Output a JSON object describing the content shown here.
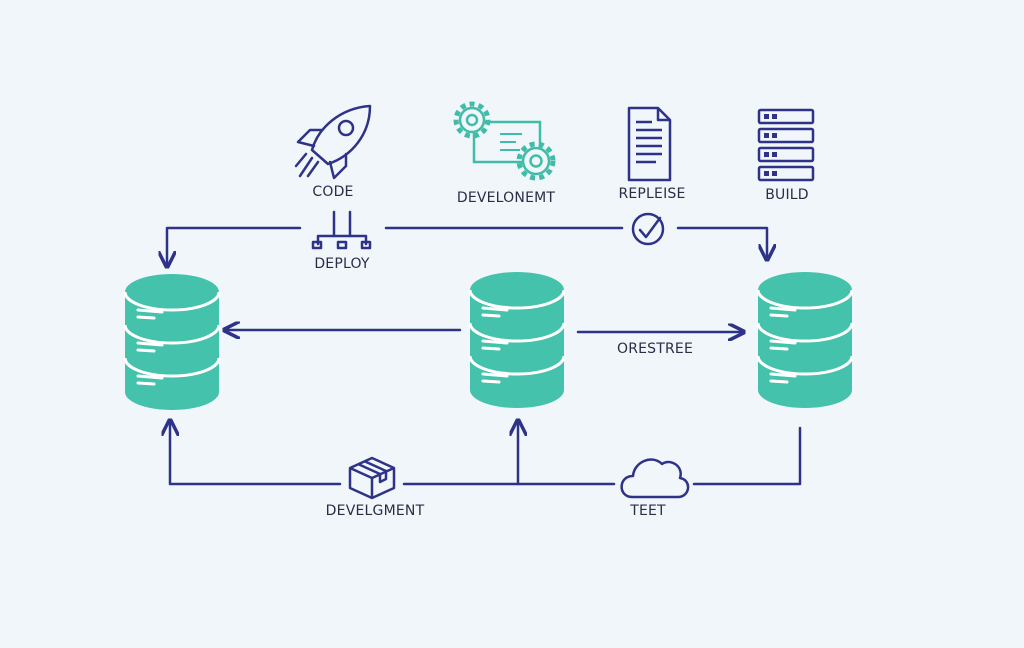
{
  "labels": {
    "code": "CODE",
    "developer_top": "DEVELONEMT",
    "release": "REPLEISE",
    "build": "BUILD",
    "deploy": "DEPLOY",
    "orestree": "ORESTREE",
    "development_bottom": "DEVELGMENT",
    "test": "TEET"
  },
  "icons": {
    "code": "rocket-icon",
    "developer_top": "gears-screen-icon",
    "release": "document-icon",
    "build": "server-rack-icon",
    "deploy": "branch-icon",
    "release_check": "check-circle-icon",
    "development_bottom": "package-box-icon",
    "test": "cloud-icon",
    "nodes": "database-icon"
  },
  "colors": {
    "background": "#f1f6fb",
    "line": "#2e3388",
    "database": "#45c2ab",
    "accent": "#41bca8",
    "text": "#2a2d44"
  }
}
